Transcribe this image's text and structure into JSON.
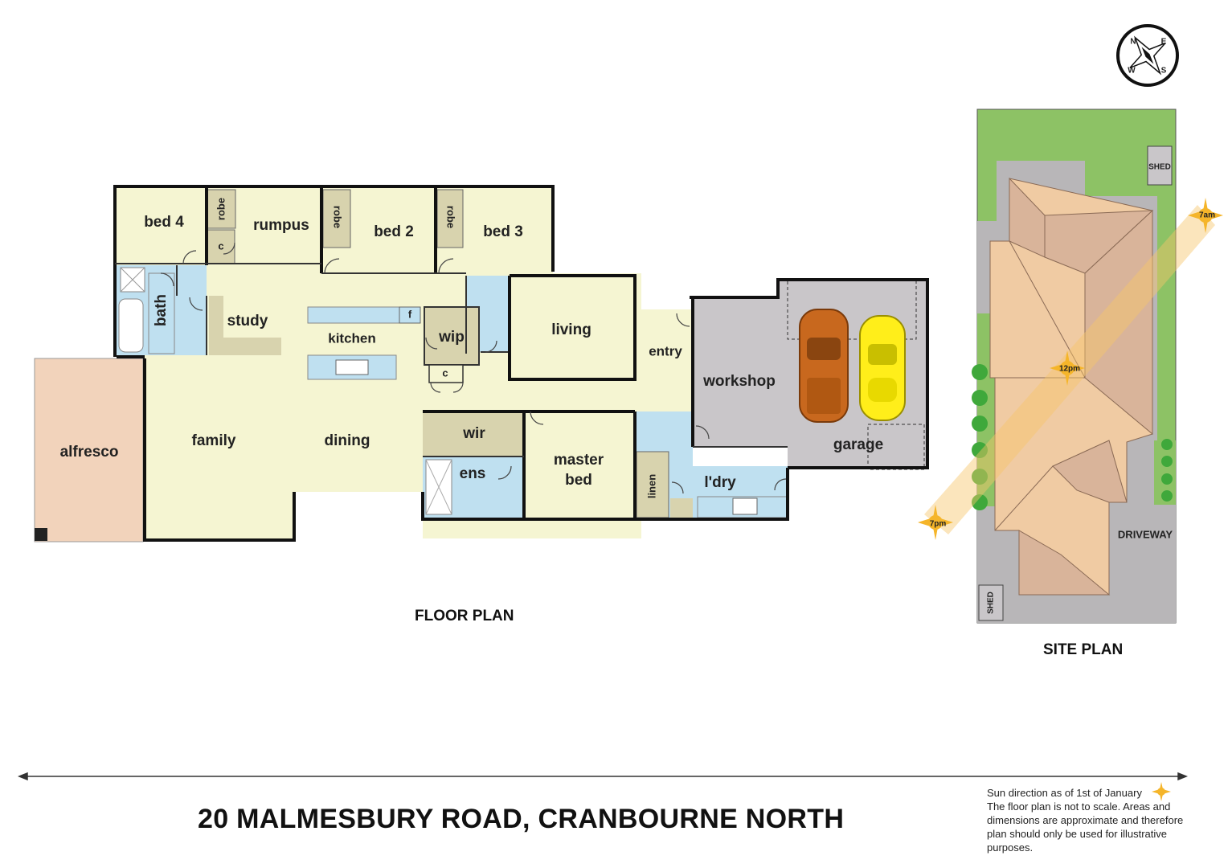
{
  "rooms": {
    "bed4": "bed 4",
    "robe1": "robe",
    "c1": "c",
    "rumpus": "rumpus",
    "robe2": "robe",
    "bed2": "bed 2",
    "robe3": "robe",
    "bed3": "bed 3",
    "bath": "bath",
    "study": "study",
    "kitchen": "kitchen",
    "fridge": "f",
    "wip": "wip",
    "c2": "c",
    "living": "living",
    "entry": "entry",
    "workshop": "workshop",
    "garage": "garage",
    "alfresco": "alfresco",
    "family": "family",
    "dining": "dining",
    "wir": "wir",
    "ens": "ens",
    "master_bed_line1": "master",
    "master_bed_line2": "bed",
    "linen": "linen",
    "laundry": "l'dry"
  },
  "site_plan": {
    "shed_top": "SHED",
    "shed_bottom": "SHED",
    "driveway": "DRIVEWAY",
    "sun_7am": "7am",
    "sun_12pm": "12pm",
    "sun_7pm": "7pm"
  },
  "compass": {
    "n": "N",
    "e": "E",
    "s": "S",
    "w": "W"
  },
  "captions": {
    "floor_plan": "FLOOR PLAN",
    "site_plan": "SITE PLAN",
    "address": "20 MALMESBURY ROAD, CRANBOURNE NORTH"
  },
  "disclaimer": {
    "line1": "Sun direction as of 1st of January",
    "line2": "The floor plan is not to scale. Areas and dimensions are approximate and therefore plan should only be used for illustrative purposes."
  },
  "colors": {
    "living_area": "#f5f5d2",
    "wet_area": "#bfe0f0",
    "robe": "#d8d3ae",
    "garage": "#c9c6c9",
    "alfresco": "#f2d3bb",
    "lawn": "#8dc265",
    "roof": "#f0cba3",
    "roof_shade": "#d9b49a"
  }
}
